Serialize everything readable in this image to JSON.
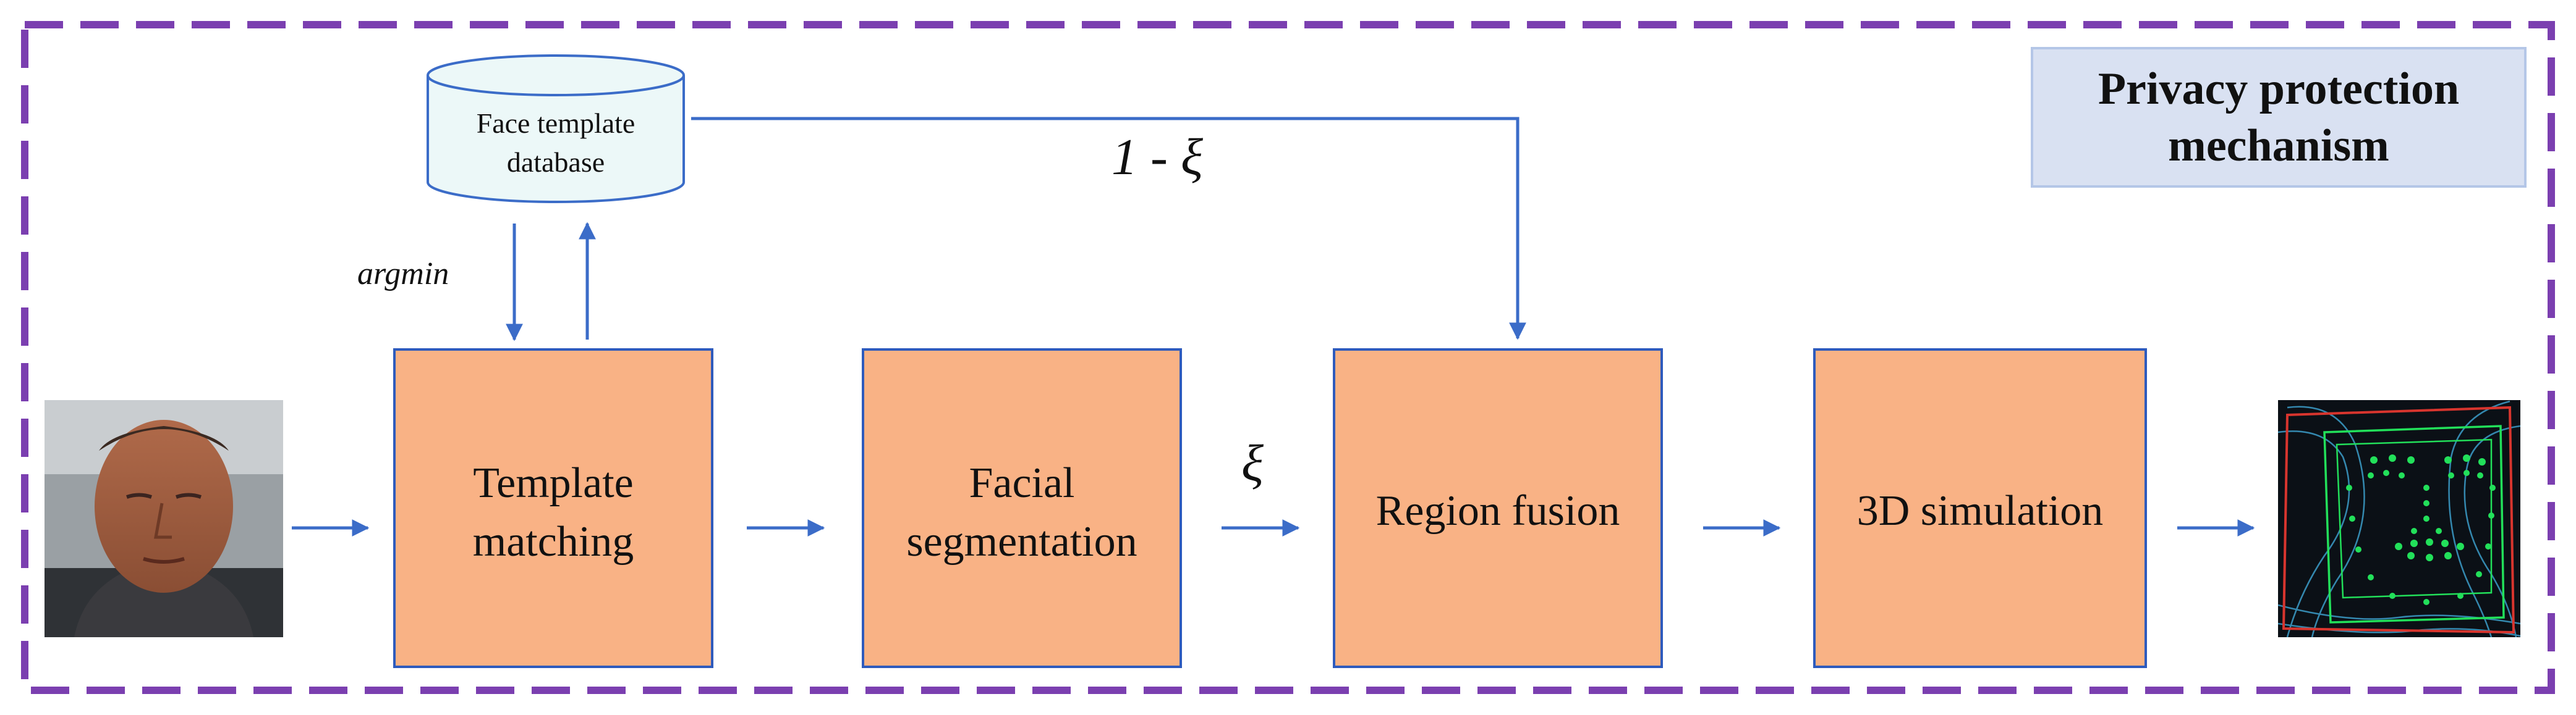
{
  "title": "Privacy protection mechanism",
  "title_lines": [
    "Privacy protection",
    "mechanism"
  ],
  "database": {
    "label_lines": [
      "Face template",
      "database"
    ]
  },
  "labels": {
    "argmin": "argmin",
    "one_minus_xi": "1 - ξ",
    "xi": "ξ"
  },
  "blocks": [
    {
      "id": "template-matching",
      "lines": [
        "Template",
        "matching"
      ]
    },
    {
      "id": "facial-segmentation",
      "lines": [
        "Facial",
        "segmentation"
      ]
    },
    {
      "id": "region-fusion",
      "lines": [
        "Region fusion"
      ]
    },
    {
      "id": "3d-simulation",
      "lines": [
        "3D simulation"
      ]
    }
  ],
  "images": {
    "input": "input-face-photo",
    "output": "3d-face-mesh-render"
  },
  "colors": {
    "border": "#7b3fb0",
    "block_fill": "#f9b285",
    "block_stroke": "#2e5bbd",
    "arrow": "#3b6cc8",
    "title_fill": "#d9e1f2",
    "title_stroke": "#b4c6e7",
    "db_fill": "#ecf8f8",
    "db_stroke": "#3b6cc8",
    "mesh_green": "#22e05a",
    "mesh_red": "#d8352e",
    "mesh_blue": "#3fa7d6"
  }
}
